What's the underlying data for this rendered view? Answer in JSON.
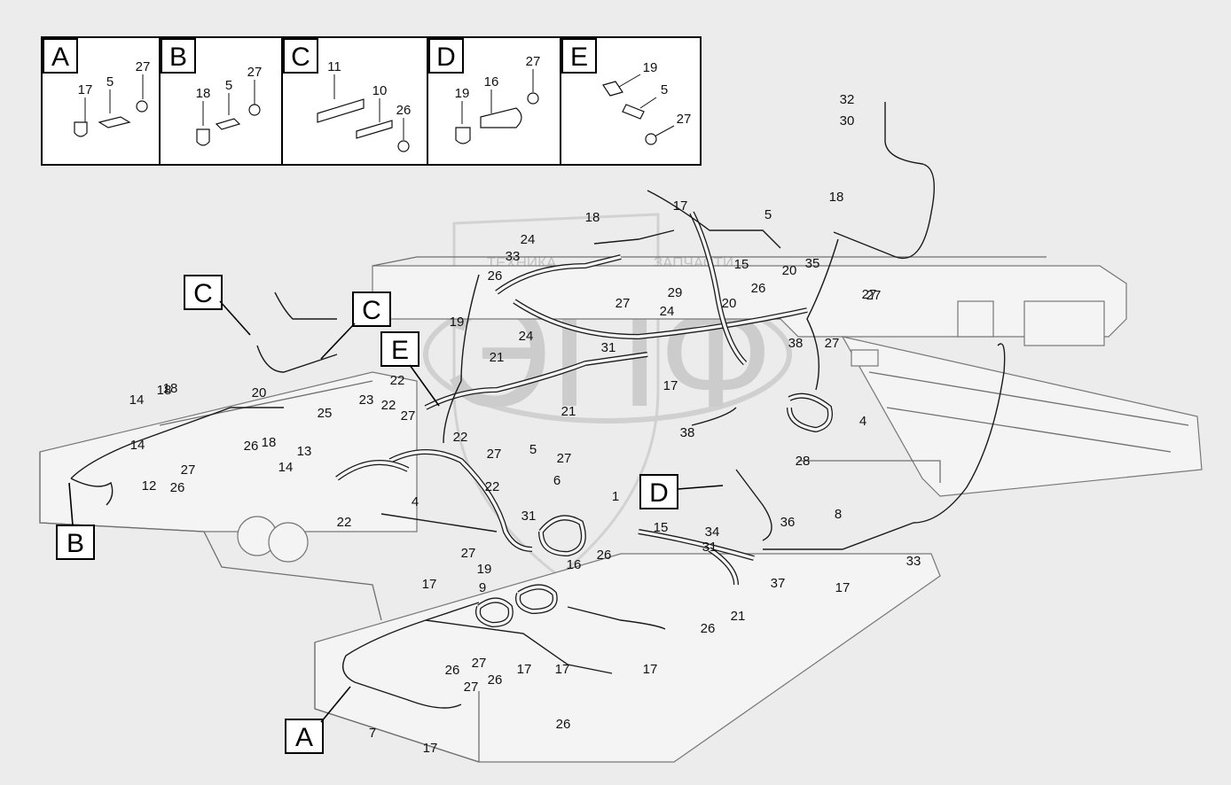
{
  "watermark": {
    "logo_text": "ЭПФ",
    "left_text": "ТЕХНИКА",
    "right_text": "ЗАПЧАСТИ"
  },
  "insets": [
    {
      "letter": "A",
      "callouts": [
        "17",
        "5",
        "27"
      ]
    },
    {
      "letter": "B",
      "callouts": [
        "18",
        "5",
        "27"
      ]
    },
    {
      "letter": "C",
      "callouts": [
        "11",
        "10",
        "26"
      ]
    },
    {
      "letter": "D",
      "callouts": [
        "19",
        "16",
        "27"
      ]
    },
    {
      "letter": "E",
      "callouts": [
        "19",
        "5",
        "27"
      ]
    }
  ],
  "view_labels": {
    "c_left": "C",
    "c_right": "C",
    "e": "E",
    "b": "B",
    "d": "D",
    "a": "A"
  },
  "callouts": [
    "32",
    "30",
    "18",
    "5",
    "17",
    "24",
    "33",
    "15",
    "26",
    "29",
    "27",
    "20",
    "35",
    "27",
    "26",
    "18",
    "19",
    "24",
    "21",
    "31",
    "24",
    "27",
    "20",
    "38",
    "27",
    "17",
    "22",
    "20",
    "25",
    "23",
    "22",
    "27",
    "14",
    "18",
    "21",
    "27",
    "5",
    "4",
    "28",
    "14",
    "18",
    "26",
    "18",
    "13",
    "27",
    "12",
    "26",
    "14",
    "22",
    "27",
    "22",
    "38",
    "6",
    "1",
    "22",
    "4",
    "27",
    "36",
    "8",
    "33",
    "15",
    "34",
    "31",
    "37",
    "17",
    "31",
    "19",
    "16",
    "26",
    "9",
    "27",
    "21",
    "26",
    "17",
    "17",
    "26",
    "17",
    "26",
    "27",
    "17",
    "26",
    "7",
    "17"
  ]
}
